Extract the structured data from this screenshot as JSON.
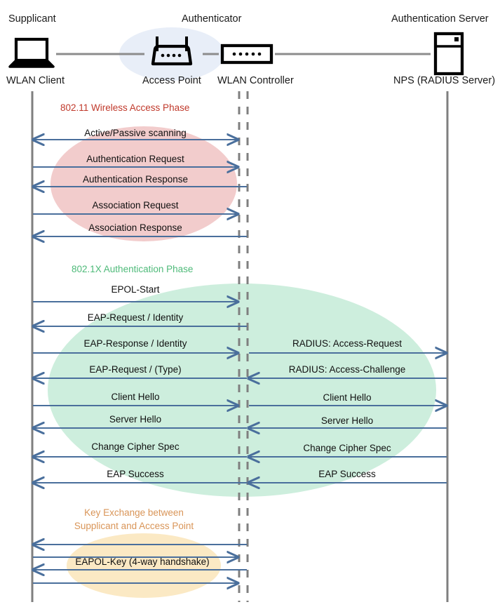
{
  "diagram": {
    "title": "802.1X WLAN authentication sequence",
    "colors": {
      "lifeline": "#7f7f7f",
      "arrow": "#4a6f9c",
      "phase_red": "#c0392b",
      "phase_green": "#4eba79",
      "phase_orange": "#d99558",
      "ellipse_red": "#f2cccc",
      "ellipse_green": "#cdeedd",
      "ellipse_orange": "#fbe9c4",
      "ellipse_blue": "#e8eef8",
      "icon": "#000000",
      "connector": "#8c8c8c"
    }
  },
  "actors": [
    {
      "role": "Supplicant",
      "icon": "laptop-icon",
      "name": "WLAN Client"
    },
    {
      "role": "Authenticator",
      "icon": "access-point-icon",
      "name": "Access Point"
    },
    {
      "role": "",
      "icon": "wlan-controller-icon",
      "name": "WLAN Controller"
    },
    {
      "role": "Authentication Server",
      "icon": "server-icon",
      "name": "NPS (RADIUS Server)"
    }
  ],
  "phases": [
    {
      "id": "wireless-access",
      "label": "802.11 Wireless Access Phase",
      "color": "#c0392b",
      "messages": [
        {
          "text": "Active/Passive scanning",
          "direction": "both",
          "lane": "left"
        },
        {
          "text": "Authentication Request",
          "direction": "right",
          "lane": "left"
        },
        {
          "text": "Authentication Response",
          "direction": "left",
          "lane": "left"
        },
        {
          "text": "Association Request",
          "direction": "right",
          "lane": "left"
        },
        {
          "text": "Association Response",
          "direction": "left",
          "lane": "left"
        }
      ]
    },
    {
      "id": "dot1x-authentication",
      "label": "802.1X Authentication Phase",
      "color": "#4eba79",
      "messages": [
        {
          "text": "EPOL-Start",
          "direction": "right",
          "lane": "left"
        },
        {
          "text": "EAP-Request / Identity",
          "direction": "left",
          "lane": "left"
        },
        {
          "text": "EAP-Response / Identity",
          "direction": "right",
          "lane": "left"
        },
        {
          "text": "RADIUS: Access-Request",
          "direction": "right",
          "lane": "right"
        },
        {
          "text": "EAP-Request / (Type)",
          "direction": "left",
          "lane": "left"
        },
        {
          "text": "RADIUS: Access-Challenge",
          "direction": "left",
          "lane": "right"
        },
        {
          "text": "Client Hello",
          "direction": "right",
          "lane": "left"
        },
        {
          "text": "Client Hello",
          "direction": "right",
          "lane": "right"
        },
        {
          "text": "Server Hello",
          "direction": "left",
          "lane": "left"
        },
        {
          "text": "Server Hello",
          "direction": "left",
          "lane": "right"
        },
        {
          "text": "Change Cipher Spec",
          "direction": "left",
          "lane": "left"
        },
        {
          "text": "Change Cipher Spec",
          "direction": "left",
          "lane": "right"
        },
        {
          "text": "EAP Success",
          "direction": "left",
          "lane": "left"
        },
        {
          "text": "EAP Success",
          "direction": "left",
          "lane": "right"
        }
      ]
    },
    {
      "id": "key-exchange",
      "label_line1": "Key Exchange between",
      "label_line2": "Supplicant and Access Point",
      "color": "#d99558",
      "messages": [
        {
          "text": "",
          "direction": "left",
          "lane": "left"
        },
        {
          "text": "",
          "direction": "right",
          "lane": "left"
        },
        {
          "text": "EAPOL-Key (4-way handshake)",
          "direction": "left",
          "lane": "left"
        },
        {
          "text": "",
          "direction": "right",
          "lane": "left"
        }
      ]
    }
  ]
}
